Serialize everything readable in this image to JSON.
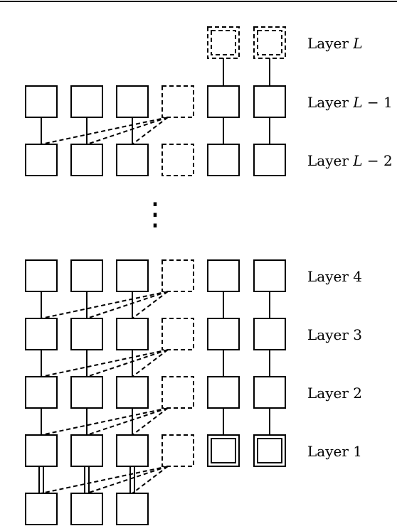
{
  "layer_labels": [
    {
      "prefix": "Layer ",
      "var": "L",
      "suffix": ""
    },
    {
      "prefix": "Layer ",
      "var": "L",
      "suffix": " − 1"
    },
    {
      "prefix": "Layer ",
      "var": "L",
      "suffix": " − 2"
    },
    {
      "prefix": "Layer ",
      "var": "",
      "suffix": "4"
    },
    {
      "prefix": "Layer ",
      "var": "",
      "suffix": "3"
    },
    {
      "prefix": "Layer ",
      "var": "",
      "suffix": "2"
    },
    {
      "prefix": "Layer ",
      "var": "",
      "suffix": "1"
    }
  ],
  "ellipsis": "⋮",
  "colors": {
    "stroke": "#000000",
    "background": "#ffffff"
  }
}
